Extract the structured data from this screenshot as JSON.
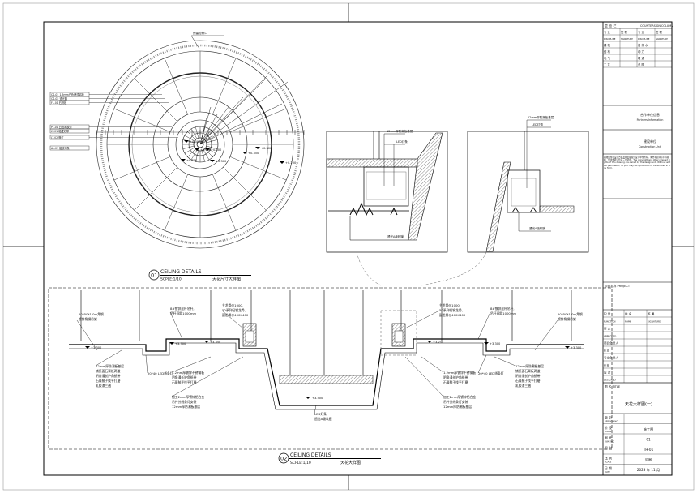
{
  "plan": {
    "levels": [
      "+0.300",
      "+0.350",
      "+0.300",
      "+0.800",
      "+0.300",
      "+0.350",
      "+0.300",
      "+0.200"
    ],
    "legend": [
      "CS-01 1.5mm白色烤漆铝板",
      "CS-02 透光膜",
      "FL-01 石膏板",
      "PT-01 白色乳胶漆",
      "LT-01 暗藏灯带",
      "LT-02 筒灯",
      "AL-01 铝收口条"
    ],
    "top_note": "预留检修口"
  },
  "detail_left": {
    "labels": [
      "12mm厚防潮板基层",
      "LED灯条",
      "透光A级软膜"
    ]
  },
  "detail_right": {
    "labels": [
      "12mm厚防潮板基层",
      "LED灯带",
      "透光A级软膜"
    ]
  },
  "title1": {
    "num": "01",
    "name": "CEILING DETAILS",
    "scale": "SCPLE:1/10",
    "cn": "天花尺寸大样图"
  },
  "title2": {
    "num": "02",
    "name": "CEILING DETAILS",
    "scale": "SCPLE:1/10",
    "cn": "天花大样图"
  },
  "section": {
    "left_top": [
      "50*50*1.0m角钢",
      "镀锌角钢吊架"
    ],
    "mid_left_top": [
      "8#镀锌丝杆吊杆,",
      "吊杆间距1000mm"
    ],
    "mid_top": [
      "主龙骨@1000,",
      "50系列轻钢龙骨,",
      "副龙骨@400X400"
    ],
    "mid_right_top": [
      "主龙骨@1000,",
      "50系列轻钢龙骨,",
      "副龙骨@400X400"
    ],
    "right_top_mid": [
      "8#镀锌丝杆吊杆,",
      "吊杆间距1000mm"
    ],
    "right_top": [
      "50*50*1.0m角钢",
      "镀锌角钢吊架"
    ],
    "left_mid": [
      "12mm厚防潮板基层",
      "铺纸面石膏板两道",
      "阴角通长护角纸带",
      "石膏腻子找平打磨",
      "乳胶漆三遍"
    ],
    "left_mid2": [
      "1.2mm厚镀锌不锈钢板",
      "阴角通长护角纸带",
      "石膏腻子找平打磨"
    ],
    "left_bottom": [
      "加工2mm厚镀锌铝合金",
      "吊件分线条灯安装",
      "12mm厚防潮板基层"
    ],
    "led_left": "20*40 LED线条灯",
    "led_right": "20*40 LED线条灯",
    "center_bottom": [
      "LED灯条",
      "透光A级软膜"
    ],
    "right_mid": [
      "12mm厚防潮板基层",
      "铺纸面石膏板两道",
      "阴角通长护角纸带",
      "石膏腻子找平打磨",
      "乳胶漆三遍"
    ],
    "right_mid2": [
      "1.2mm厚镀锌不锈钢板",
      "阴角通长护角纸带",
      "石膏腻子找平打磨"
    ],
    "right_bottom": [
      "加工2mm厚镀锌铝合金",
      "吊件分线条灯安装",
      "12mm厚防潮板基层"
    ],
    "levels": [
      "+3.300",
      "+3.300",
      "+3.350",
      "+3.250",
      "+3.300",
      "+3.300"
    ],
    "center_level": "+3.500"
  },
  "titleblock": {
    "header_cn": "会 签 栏",
    "header_en": "COUNTERSIGN COLUMN",
    "sign_rows": [
      [
        "专 业",
        "签 署",
        "专 业",
        "签 署"
      ],
      [
        "DISCIPLINE",
        "SIGNATURE",
        "DISCIPLINE",
        "SIGNATURE"
      ],
      [
        "建 筑",
        "",
        "给 排 水",
        ""
      ],
      [
        "结 构",
        "",
        "动 力",
        ""
      ],
      [
        "电 气",
        "",
        "暖 通",
        ""
      ],
      [
        "工 艺",
        "",
        "总 图",
        ""
      ]
    ],
    "seal_cn": "合作单位信息",
    "seal_en": "Partners Information",
    "notice_cn": "建设单位",
    "notice_en": "Construction Unit",
    "notice_text": "本图纸所示设计方案及图纸版权归设计单位所有，未经书面许可不得复制、修改或转让给第三方使用。The copyright and other relevant rights of this drawing are owned by the design unit. Without written permission, no part may be reproduced or transmitted in any form.",
    "project_label": "项目名称 PROJECT",
    "roles": [
      [
        "职 责",
        "姓 名",
        "签 署"
      ],
      [
        "FUNCTION",
        "NAME",
        "SIGNATURE"
      ],
      [
        "审 定",
        "",
        ""
      ],
      [
        "APPROVED",
        "",
        ""
      ],
      [
        "项目负责人",
        "",
        ""
      ],
      [
        "校 对",
        "",
        ""
      ],
      [
        "专业负责人",
        "",
        ""
      ],
      [
        "审 核",
        "",
        ""
      ],
      [
        "设 计",
        "",
        ""
      ],
      [
        "DESIGNED",
        "",
        ""
      ]
    ],
    "title_label": "图 名 TITLE",
    "drawing_title": "天花大样图(一)",
    "rows": [
      {
        "k": "版 次",
        "ke": "VERSION NO.",
        "v": ""
      },
      {
        "k": "阶 段",
        "ke": "STAGE",
        "v": "施工图"
      },
      {
        "k": "图 号",
        "ke": "DWG NO.",
        "v": "01"
      },
      {
        "k": "图 别",
        "ke": "",
        "v": "TH-01"
      },
      {
        "k": "比 例",
        "ke": "SCALE",
        "v": "见图"
      },
      {
        "k": "日 期",
        "ke": "DATE",
        "v": "2023 年 11 月"
      }
    ]
  }
}
